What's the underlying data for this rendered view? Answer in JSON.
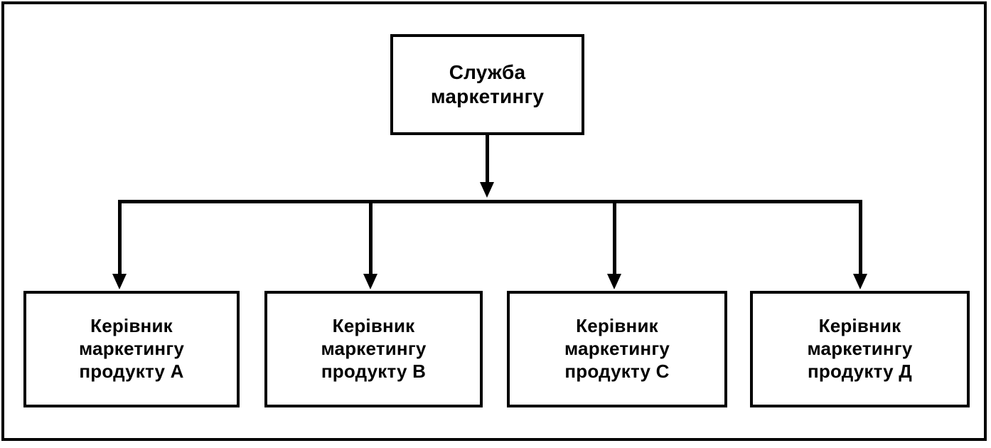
{
  "diagram": {
    "title": "Product-based marketing organization structure",
    "colors": {
      "line": "#000000",
      "box_fill": "#ffffff",
      "page_background": "#ffffff"
    },
    "frame": {
      "border_color": "#000000"
    },
    "root": {
      "label": "Служба\nмаркетингу"
    },
    "leaves": [
      {
        "label": "Керівник\nмаркетингу\nпродукту А"
      },
      {
        "label": "Керівник\nмаркетингу\nпродукту В"
      },
      {
        "label": "Керівник\nмаркетингу\nпродукту С"
      },
      {
        "label": "Керівник\nмаркетингу\nпродукту Д"
      }
    ]
  }
}
